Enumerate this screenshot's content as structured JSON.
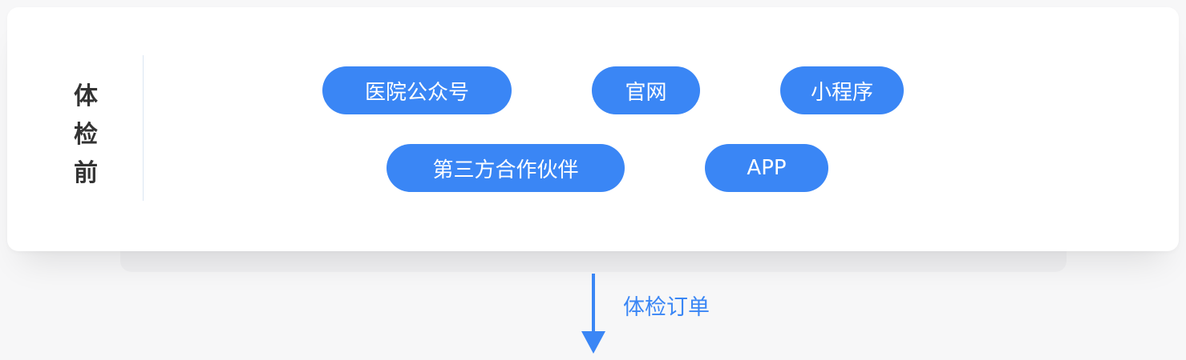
{
  "stage": {
    "label_chars": [
      "体",
      "检",
      "前"
    ]
  },
  "channels": [
    {
      "label": "医院公众号"
    },
    {
      "label": "官网"
    },
    {
      "label": "小程序"
    },
    {
      "label": "第三方合作伙伴"
    },
    {
      "label": "APP"
    }
  ],
  "flow": {
    "edge_label": "体检订单"
  },
  "colors": {
    "accent": "#3a86f5",
    "background": "#f7f7f8",
    "card": "#ffffff",
    "label_text": "#333333"
  }
}
